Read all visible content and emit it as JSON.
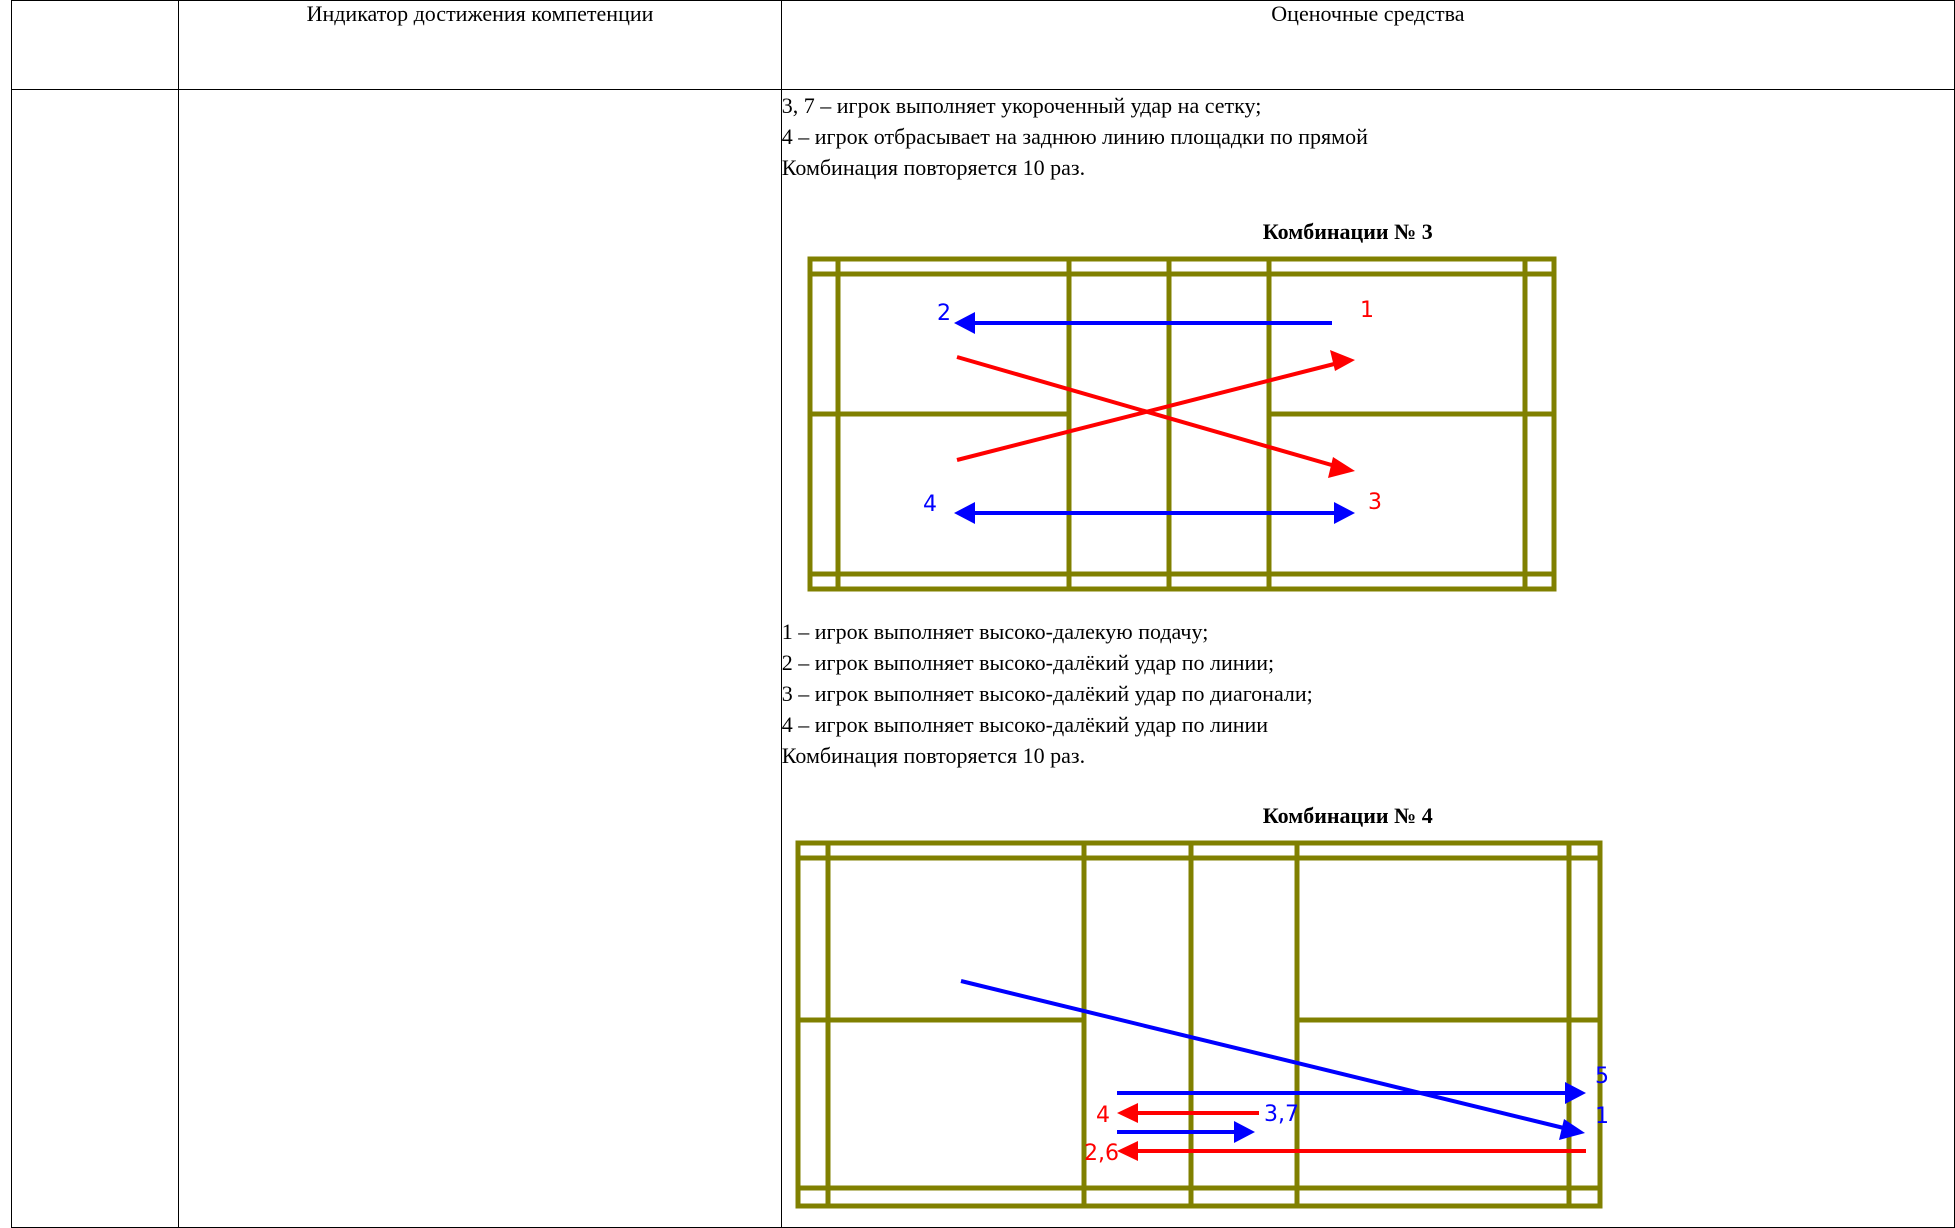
{
  "header": {
    "col1": "",
    "col2": "Индикатор достижения компетенции",
    "col3": "Оценочные средства"
  },
  "content": {
    "intro_lines": [
      "3, 7 – игрок выполняет укороченный удар на сетку;",
      "4 – игрок отбрасывает на заднюю линию площадки по прямой",
      "Комбинация повторяется 10 раз."
    ],
    "combo3": {
      "title": "Комбинации № 3",
      "labels": [
        "1",
        "2",
        "3",
        "4"
      ],
      "description": [
        "1 – игрок выполняет высоко-далекую подачу;",
        "2 – игрок выполняет высоко-далёкий удар по линии;",
        "3 – игрок выполняет высоко-далёкий удар по диагонали;",
        "4 – игрок выполняет высоко-далёкий удар по линии",
        "Комбинация повторяется 10 раз."
      ]
    },
    "combo4": {
      "title": "Комбинации № 4",
      "labels": [
        "5",
        "1",
        "4",
        "3,7",
        "2,6"
      ]
    },
    "colors": {
      "court": "#808000",
      "red": "#ff0000",
      "blue": "#0000ff"
    }
  }
}
